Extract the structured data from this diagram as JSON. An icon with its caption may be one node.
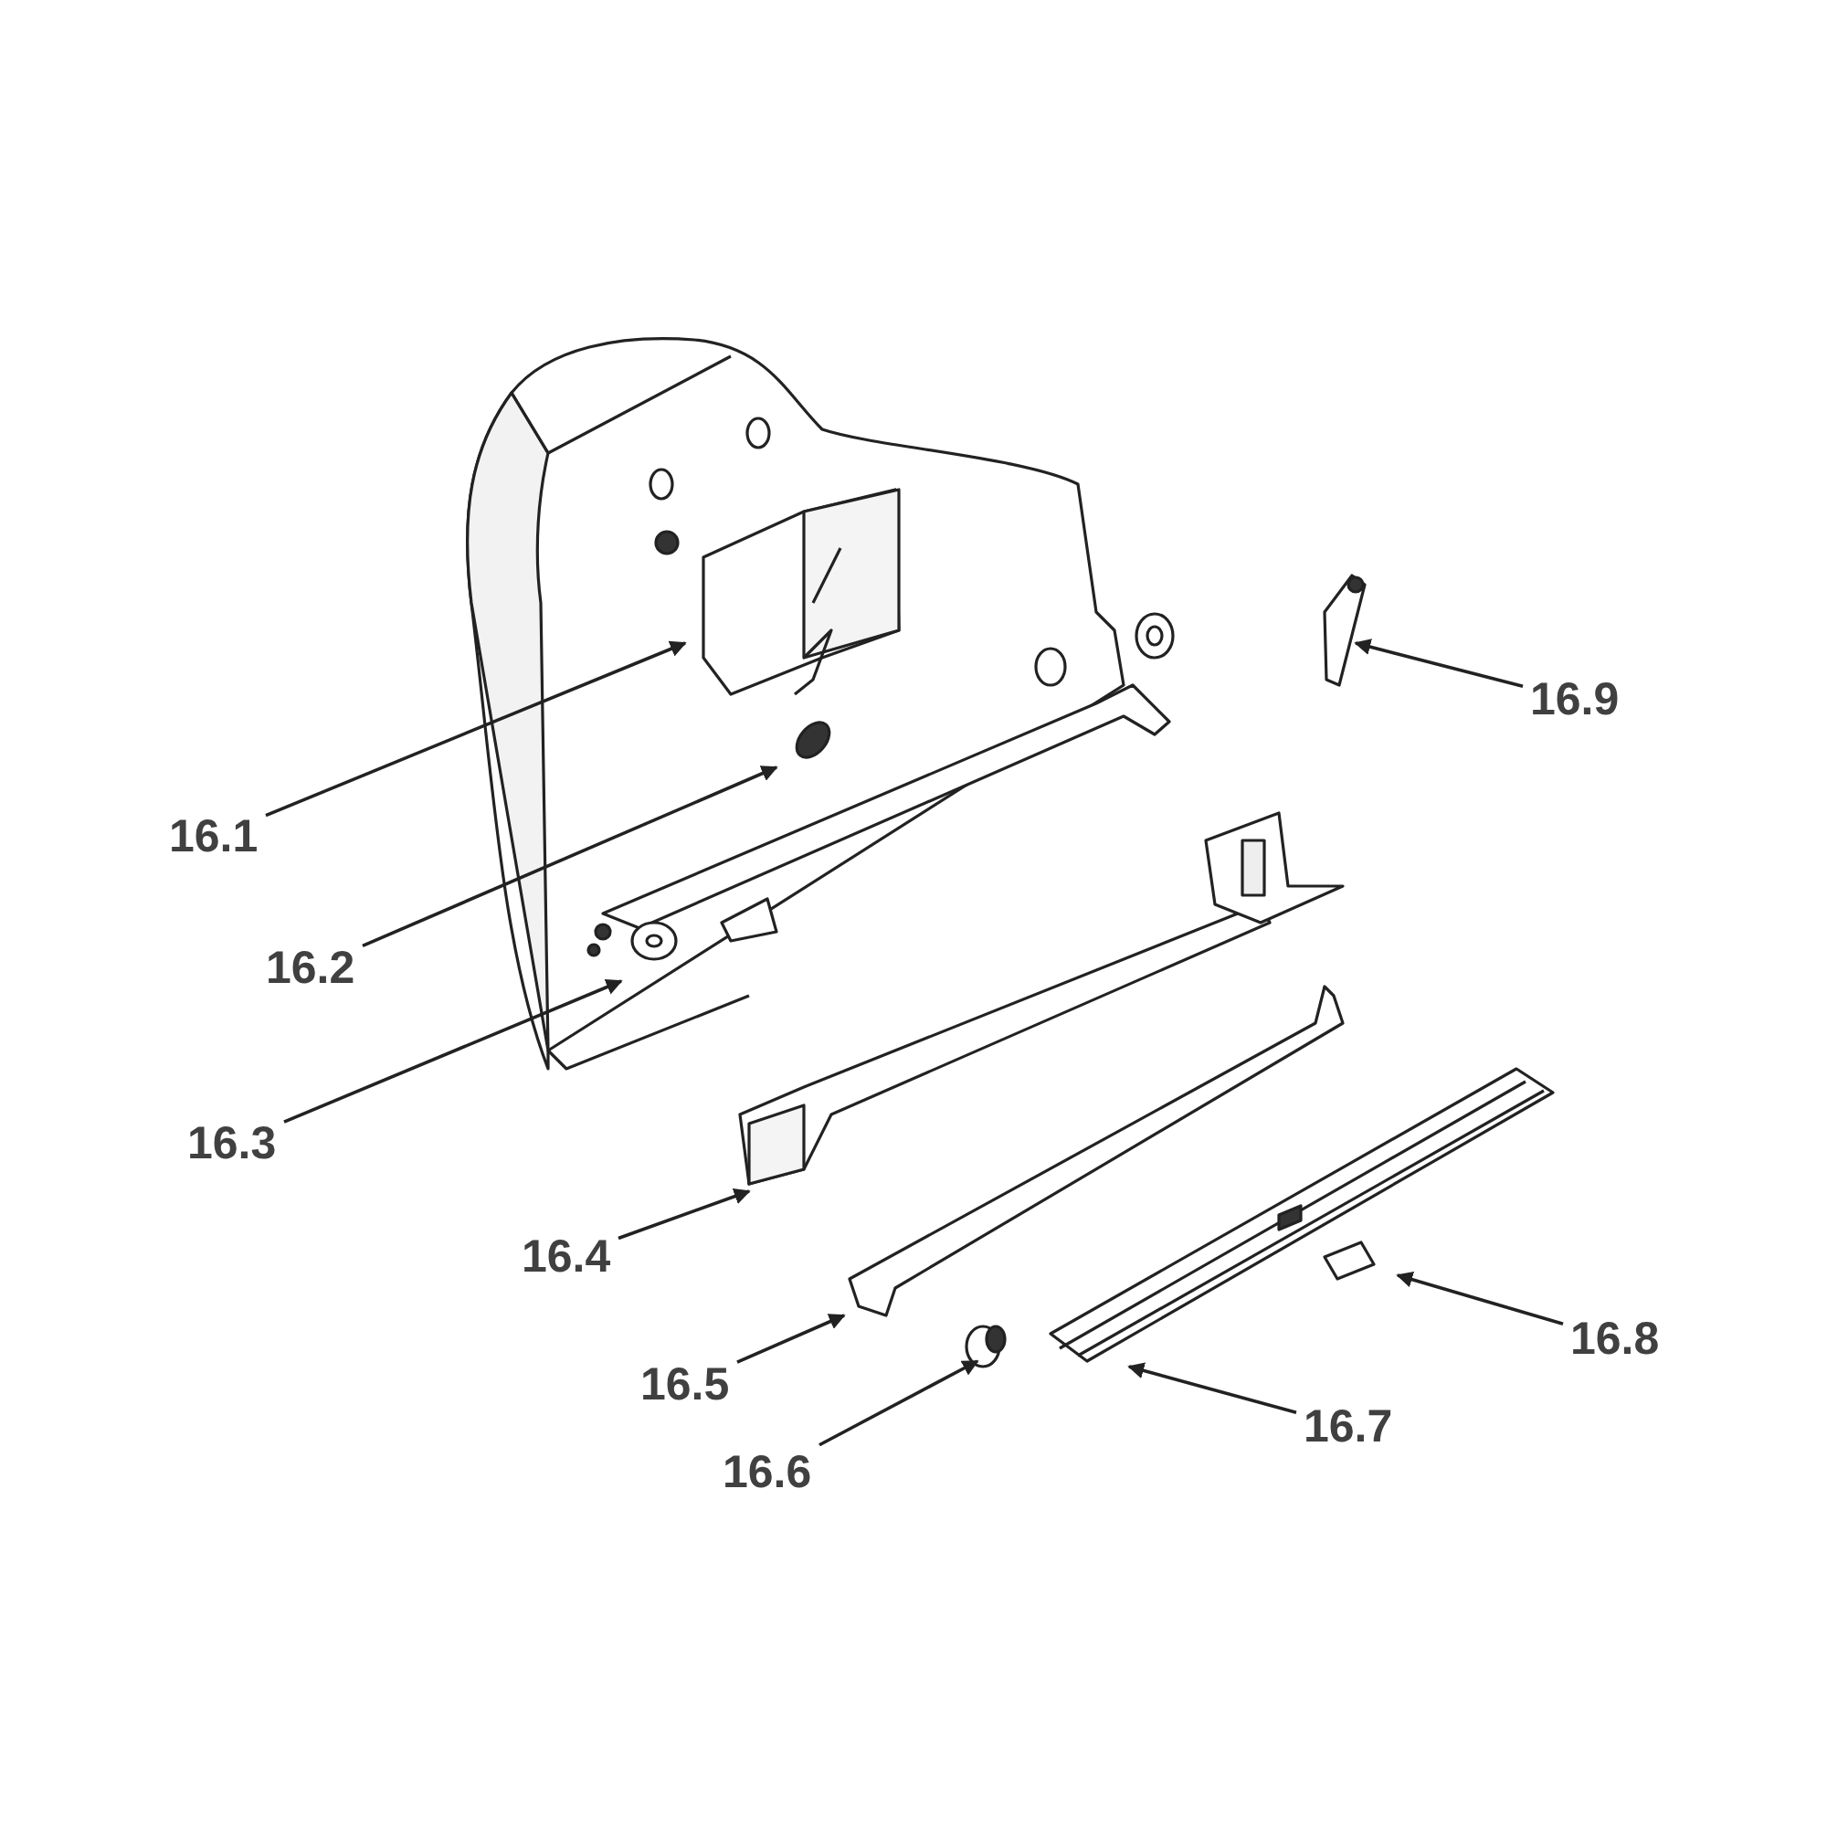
{
  "diagram": {
    "nodes": [
      {
        "text": [
          "16.1"
        ]
      },
      {
        "text": [
          "16.2"
        ]
      },
      {
        "text": [
          "16.3"
        ]
      },
      {
        "text": [
          "16.4"
        ]
      },
      {
        "text": [
          "16.5"
        ]
      },
      {
        "text": [
          "16.6"
        ]
      },
      {
        "text": [
          "16.7"
        ]
      },
      {
        "text": [
          "16.8"
        ]
      },
      {
        "text": [
          "16.9"
        ]
      }
    ],
    "edges": [
      {
        "from": 0,
        "to": null,
        "arrow": "to"
      },
      {
        "from": 1,
        "to": null,
        "arrow": "to"
      },
      {
        "from": 2,
        "to": null,
        "arrow": "to"
      },
      {
        "from": 3,
        "to": null,
        "arrow": "to"
      },
      {
        "from": 4,
        "to": null,
        "arrow": "to"
      },
      {
        "from": 5,
        "to": null,
        "arrow": "to"
      },
      {
        "from": 6,
        "to": null,
        "arrow": "to"
      },
      {
        "from": 7,
        "to": null,
        "arrow": "to"
      },
      {
        "from": 8,
        "to": null,
        "arrow": "to"
      }
    ]
  }
}
